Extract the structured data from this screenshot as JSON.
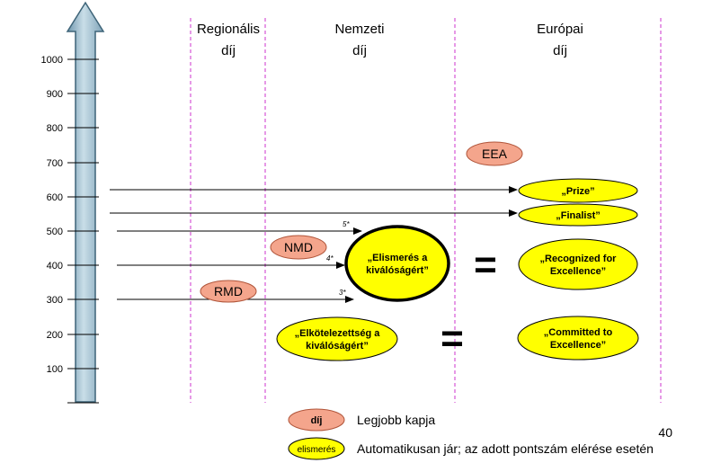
{
  "columns": {
    "regional": [
      "Regionális",
      "díj"
    ],
    "national": [
      "Nemzeti",
      "díj"
    ],
    "european": [
      "Európai",
      "díj"
    ]
  },
  "axis_ticks": [
    "1000",
    "900",
    "800",
    "700",
    "600",
    "500",
    "400",
    "300",
    "200",
    "100"
  ],
  "award_badges": {
    "eea": "EEA",
    "nmd": "NMD",
    "rmd": "RMD"
  },
  "ellipses": {
    "prize": "„Prize”",
    "finalist": "„Finalist”",
    "elismeres": [
      "„Elismerés a",
      "kiválóságért”"
    ],
    "recognized": [
      "„Recognized for",
      "Excellence”"
    ],
    "elkotelezettseg": [
      "„Elkötelezettség a",
      "kiválóságért”"
    ],
    "committed": [
      "„Committed to",
      "Excellence”"
    ]
  },
  "arrow_marks": {
    "five_star": "5*",
    "four_star": "4*",
    "three_star": "3*"
  },
  "equals_sign": "=",
  "legend": {
    "dij_key": "díj",
    "dij_text": "Legjobb kapja",
    "elismeres_key": "elismerés",
    "elismeres_text": "Automatikusan jár; az adott pontszám elérése esetén"
  },
  "page_number": "40",
  "colors": {
    "salmon": "#F4A58C",
    "yellow": "#FFFF00",
    "axis_blue": "#A9C8D8",
    "divider": "#CC33CC"
  }
}
